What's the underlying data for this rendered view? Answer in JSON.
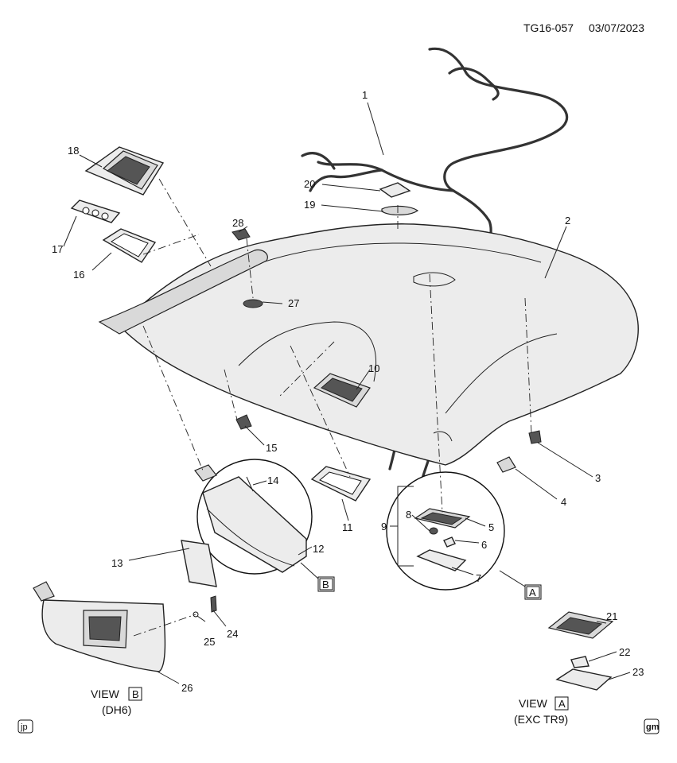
{
  "header": {
    "code": "TG16-057",
    "date": "03/07/2023"
  },
  "callouts": [
    "1",
    "2",
    "3",
    "4",
    "5",
    "6",
    "7",
    "8",
    "9",
    "10",
    "11",
    "12",
    "13",
    "14",
    "15",
    "16",
    "17",
    "18",
    "19",
    "20",
    "21",
    "22",
    "23",
    "24",
    "25",
    "26",
    "27",
    "28"
  ],
  "views": {
    "a_box": "A",
    "b_box": "B",
    "view_a": {
      "word": "VIEW",
      "letter": "A",
      "note": "(EXC TR9)"
    },
    "view_b": {
      "word": "VIEW",
      "letter": "B",
      "note": "(DH6)"
    }
  },
  "badges": {
    "left": "jp",
    "right": "gm"
  }
}
